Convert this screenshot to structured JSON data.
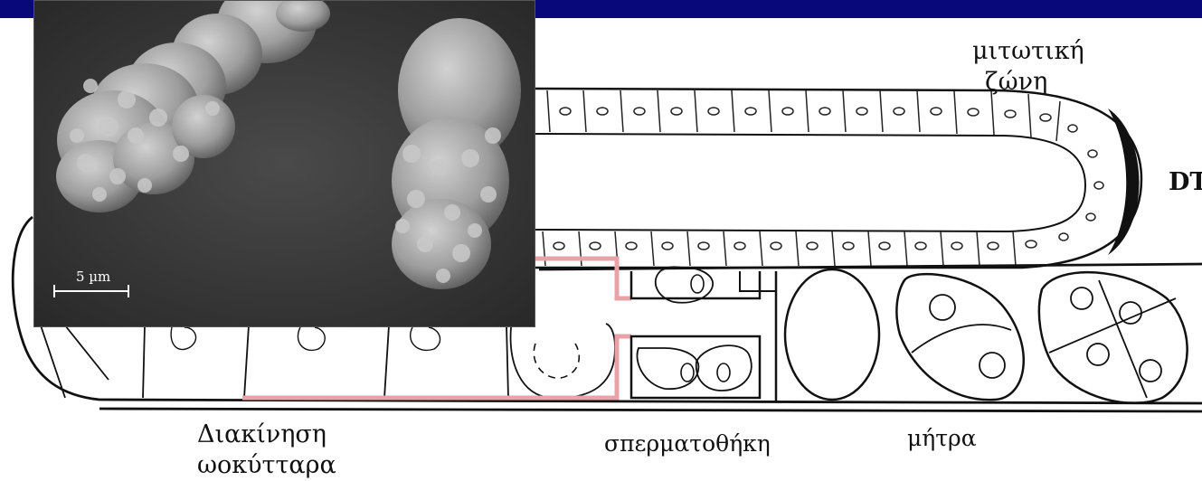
{
  "labels": {
    "mitotic_zone": [
      "μιτωτική",
      "ζώνη"
    ],
    "dtc": "DT",
    "oocyte_differentiation": [
      "Διακίνηση",
      "ωοκύτταρα"
    ],
    "spermatheca": "σπερματοθήκη",
    "uterus": "μήτρα"
  },
  "inset": {
    "scale_bar": "5 µm"
  },
  "colors": {
    "top_bar": "#08087a",
    "highlight": "#e8a3a8",
    "inset_bg": "#3a3a3a",
    "line": "#111111"
  }
}
